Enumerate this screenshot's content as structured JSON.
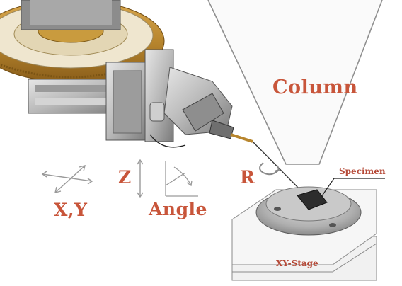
{
  "labels": {
    "column": "Column",
    "specimen": "Specimen",
    "z": "Z",
    "r": "R",
    "xy": "X,Y",
    "angle": "Angle",
    "xy_stage": "XY-Stage"
  },
  "colors": {
    "label_red": "#c8553a",
    "brass": "#b8862e",
    "steel": "#c4c4c4",
    "arrow_gray": "#9a9a9a"
  },
  "icons": [
    "xy-axes-icon",
    "z-axis-icon",
    "angle-axes-icon",
    "rotation-arrow-icon"
  ]
}
